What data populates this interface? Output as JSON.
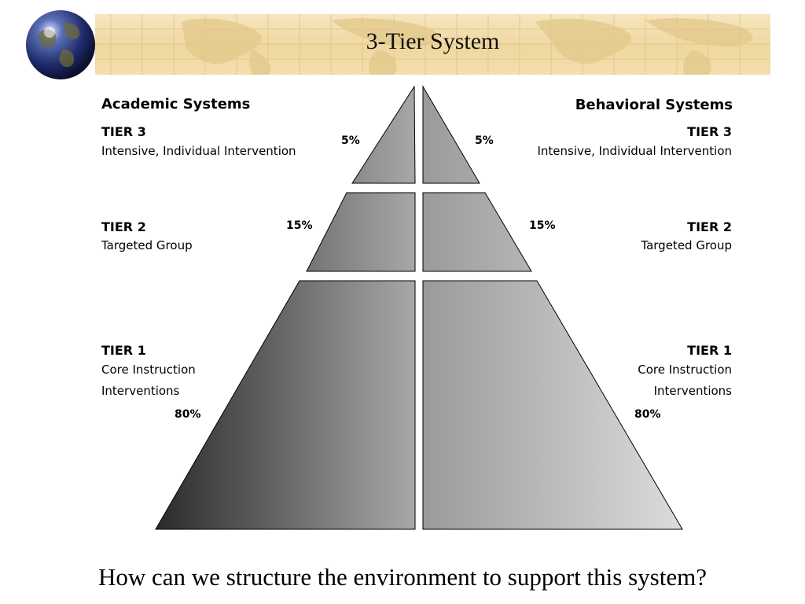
{
  "title": "3-Tier System",
  "question": "How can we structure the environment to support this system?",
  "academic": {
    "heading": "Academic Systems",
    "tier3": {
      "label": "TIER 3",
      "desc": "Intensive, Individual Intervention",
      "pct": "5%"
    },
    "tier2": {
      "label": "TIER 2",
      "desc": "Targeted Group",
      "pct": "15%"
    },
    "tier1": {
      "label": "TIER 1",
      "desc1": "Core Instruction",
      "desc2": "Interventions",
      "pct": "80%"
    }
  },
  "behavioral": {
    "heading": "Behavioral Systems",
    "tier3": {
      "label": "TIER 3",
      "desc": "Intensive, Individual Intervention",
      "pct": "5%"
    },
    "tier2": {
      "label": "TIER 2",
      "desc": "Targeted Group",
      "pct": "15%"
    },
    "tier1": {
      "label": "TIER 1",
      "desc1": "Core Instruction",
      "desc2": "Interventions",
      "pct": "80%"
    }
  },
  "colors": {
    "banner": "#efd79f",
    "dark_gray": "#2e2e2e",
    "mid_gray": "#9a9a9a",
    "light_gray": "#d6d6d6"
  }
}
